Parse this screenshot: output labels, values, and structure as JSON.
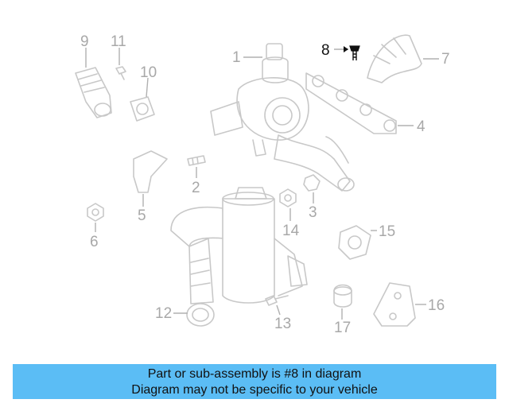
{
  "callouts": {
    "c1": "1",
    "c2": "2",
    "c3": "3",
    "c4": "4",
    "c5": "5",
    "c6": "6",
    "c7": "7",
    "c8": "8",
    "c9": "9",
    "c10": "10",
    "c11": "11",
    "c12": "12",
    "c13": "13",
    "c14": "14",
    "c15": "15",
    "c16": "16",
    "c17": "17"
  },
  "highlighted_part": "8",
  "colors": {
    "banner_bg": "#5bbdf5",
    "part_lines": "#c8c8c8",
    "highlight": "#111111"
  },
  "banner": {
    "line1": "Part or sub-assembly is #8 in diagram",
    "line2": "Diagram may not be specific to your vehicle"
  }
}
